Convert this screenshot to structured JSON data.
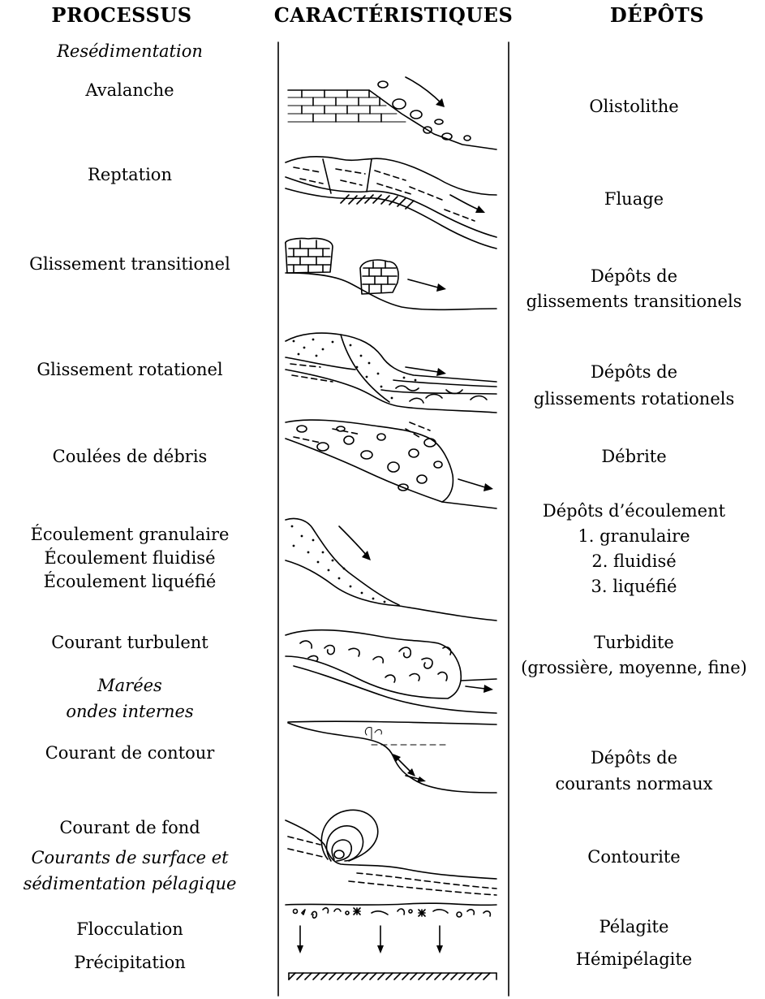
{
  "headers": {
    "processes": "PROCESSUS",
    "characteristics": "CARACTÉRISTIQUES",
    "deposits": "DÉPÔTS"
  },
  "processes": [
    "Resédimentation",
    "Avalanche",
    "Reptation",
    "Glissement transitionel",
    "Glissement rotationel",
    "Coulées de débris",
    "Écoulement granulaire",
    "Écoulement fluidisé",
    "Écoulement liquéfié",
    "Courant turbulent",
    "Marées",
    "ondes internes",
    "Courant de contour",
    "Courant de fond",
    "Courants de surface et",
    "sédimentation pélagique",
    "Flocculation",
    "Précipitation"
  ],
  "deposits": [
    "Olistolithe",
    "Fluage",
    "Dépôts de",
    "glissements transitionels",
    "Dépôts de",
    "glissements rotationels",
    "Débrite",
    "Dépôts d’écoulement",
    "1. granulaire",
    "2. fluidisé",
    "3. liquéfié",
    "Turbidite",
    "(grossière, moyenne, fine)",
    "Dépôts de",
    "courants normaux",
    "Contourite",
    "Pélagite",
    "Hémipélagite"
  ]
}
